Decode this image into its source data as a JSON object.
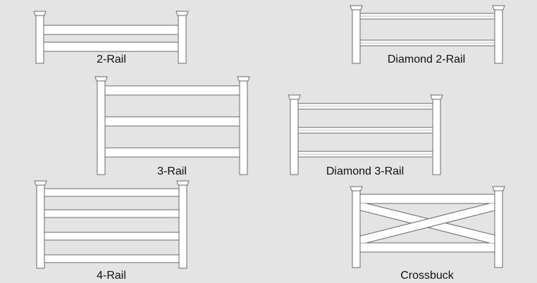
{
  "fences": [
    {
      "id": "two-rail",
      "label": "2-Rail",
      "rails": 2,
      "style": "plain"
    },
    {
      "id": "diamond-two-rail",
      "label": "Diamond 2-Rail",
      "rails": 2,
      "style": "diamond"
    },
    {
      "id": "three-rail",
      "label": "3-Rail",
      "rails": 3,
      "style": "plain"
    },
    {
      "id": "diamond-three-rail",
      "label": "Diamond 3-Rail",
      "rails": 3,
      "style": "diamond"
    },
    {
      "id": "four-rail",
      "label": "4-Rail",
      "rails": 4,
      "style": "plain"
    },
    {
      "id": "crossbuck",
      "label": "Crossbuck",
      "rails": 2,
      "style": "crossbuck"
    }
  ],
  "colors": {
    "background": "#e4e4e4",
    "fence_fill": "#ffffff",
    "fence_stroke": "#6a6a6a",
    "label_text": "#111111"
  }
}
